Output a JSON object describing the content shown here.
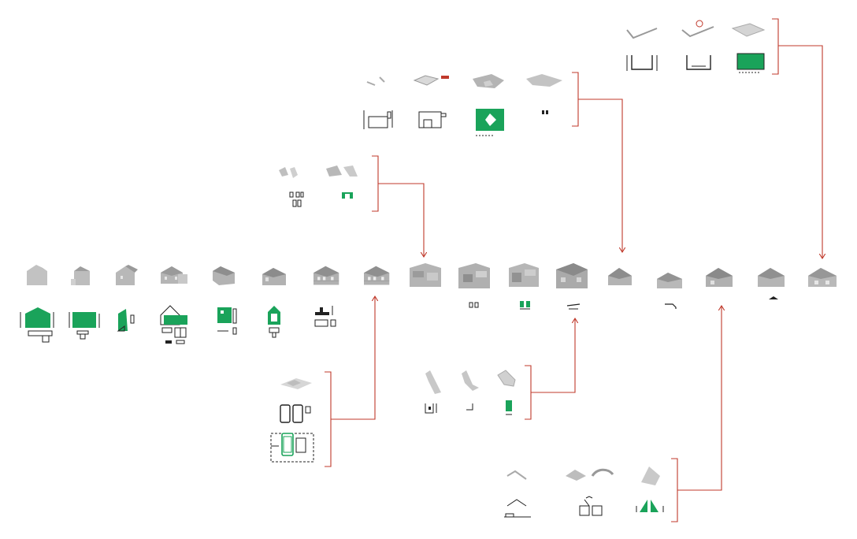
{
  "colors": {
    "background": "#ffffff",
    "connector": "#c0392b",
    "accent_green": "#1aa35a",
    "model_grey": "#a9a9a9",
    "model_grey_light": "#cfcfcf",
    "line_black": "#222222"
  },
  "diagram": {
    "kind": "assembly-sequence",
    "main_sequence_count": 16,
    "nodes": [
      {
        "id": "step-1"
      },
      {
        "id": "step-2"
      },
      {
        "id": "step-3"
      },
      {
        "id": "step-4"
      },
      {
        "id": "step-5"
      },
      {
        "id": "step-6"
      },
      {
        "id": "step-7"
      },
      {
        "id": "step-8"
      },
      {
        "id": "step-9"
      },
      {
        "id": "step-10"
      },
      {
        "id": "step-11"
      },
      {
        "id": "step-12"
      },
      {
        "id": "step-13"
      },
      {
        "id": "step-14"
      },
      {
        "id": "step-15"
      },
      {
        "id": "step-16"
      }
    ],
    "subassemblies": [
      {
        "id": "sub-a",
        "parts": 2,
        "feeds": "step-9"
      },
      {
        "id": "sub-b",
        "parts": 4,
        "feeds": "step-13"
      },
      {
        "id": "sub-c",
        "parts": 3,
        "feeds": "step-16"
      },
      {
        "id": "sub-d",
        "parts": 1,
        "feeds": "step-8"
      },
      {
        "id": "sub-e",
        "parts": 3,
        "feeds": "step-12"
      },
      {
        "id": "sub-f",
        "parts": 3,
        "feeds": "step-15"
      }
    ],
    "edges": [
      {
        "from": "sub-a",
        "to": "step-9"
      },
      {
        "from": "sub-b",
        "to": "step-13"
      },
      {
        "from": "sub-c",
        "to": "step-16"
      },
      {
        "from": "sub-d",
        "to": "step-8"
      },
      {
        "from": "sub-e",
        "to": "step-12"
      },
      {
        "from": "sub-f",
        "to": "step-15"
      }
    ]
  }
}
